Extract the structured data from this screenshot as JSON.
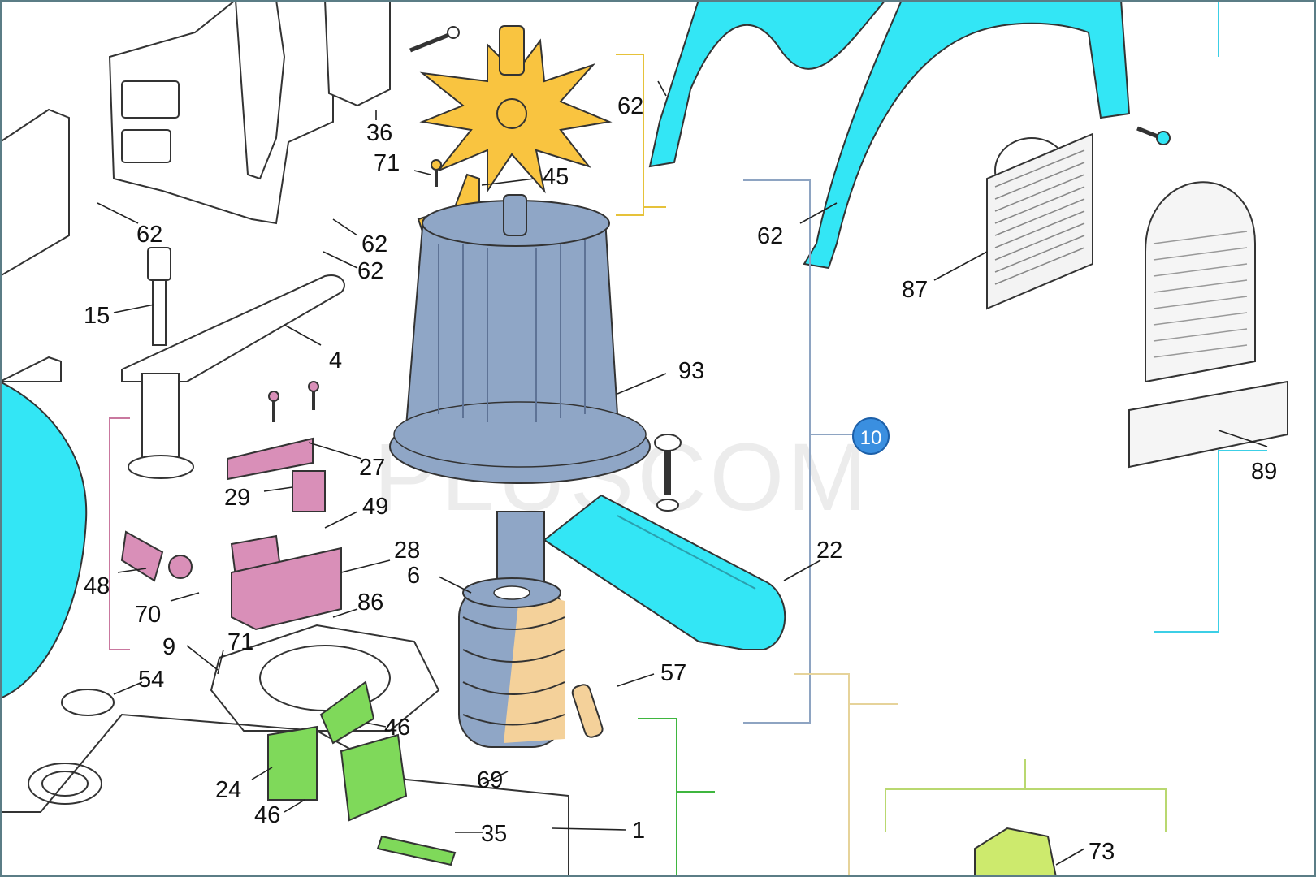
{
  "watermark": "PLUSCOM",
  "group_badge": "10",
  "callouts": {
    "c36": "36",
    "c62_fan": "62",
    "c71_top": "71",
    "c45": "45",
    "c62_a": "62",
    "c62_b": "62",
    "c62_c": "62",
    "c62_right": "62",
    "c15": "15",
    "c4": "4",
    "c87": "87",
    "c93": "93",
    "c89": "89",
    "c27": "27",
    "c29": "29",
    "c49": "49",
    "c28": "28",
    "c6": "6",
    "c22": "22",
    "c48": "48",
    "c70": "70",
    "c86": "86",
    "c9": "9",
    "c71_bot": "71",
    "c57": "57",
    "c54": "54",
    "c46_a": "46",
    "c24": "24",
    "c69": "69",
    "c46_b": "46",
    "c35": "35",
    "c1": "1",
    "c73": "73"
  },
  "colors": {
    "cyan": "#33e6f5",
    "steel_blue": "#8fa6c6",
    "yellow": "#f9c440",
    "pink": "#d98fb8",
    "green": "#7fd95a",
    "tan": "#f4d19a",
    "bracket_pink": "#c9789f",
    "bracket_yellow": "#e6c23a",
    "bracket_blue": "#8ea4c2",
    "bracket_cyan": "#3ccfe6",
    "bracket_green": "#3fb63f",
    "bracket_lime": "#b9d870",
    "bracket_tan": "#e6d39a",
    "badge": "#3a8fe0"
  }
}
